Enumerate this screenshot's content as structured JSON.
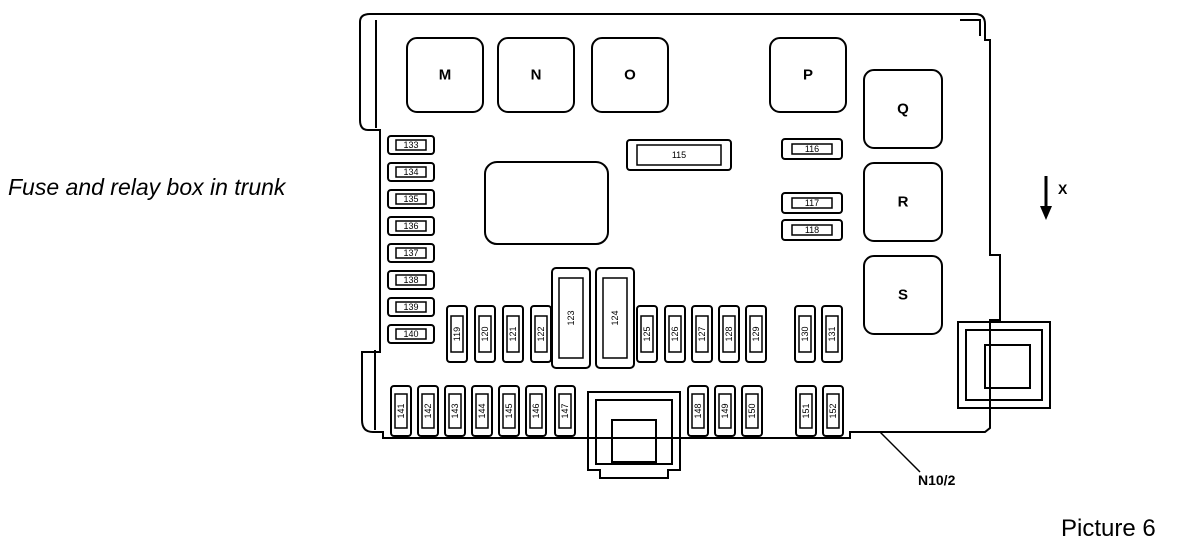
{
  "caption": "Fuse and relay box in trunk",
  "picture_label": "Picture 6",
  "component_label": "N10/2",
  "direction_label": "X",
  "relays": [
    "M",
    "N",
    "O",
    "P",
    "Q",
    "R",
    "S"
  ],
  "fuses": {
    "left_column": [
      "133",
      "134",
      "135",
      "136",
      "137",
      "138",
      "139",
      "140"
    ],
    "maxi": [
      "115",
      "116",
      "117",
      "118"
    ],
    "tall": [
      "123",
      "124"
    ],
    "middle_row": [
      "119",
      "120",
      "121",
      "122",
      "125",
      "126",
      "127",
      "128",
      "129",
      "130",
      "131"
    ],
    "bottom_row": [
      "141",
      "142",
      "143",
      "144",
      "145",
      "146",
      "147",
      "148",
      "149",
      "150",
      "151",
      "152"
    ]
  }
}
